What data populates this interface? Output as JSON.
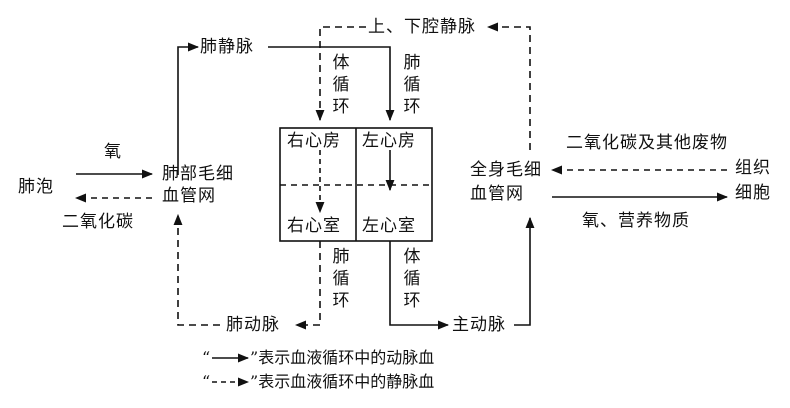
{
  "labels": {
    "lung_alveolus": "肺泡",
    "oxygen_left": "氧",
    "co2_left": "二氧化碳",
    "pulmonary_capillary_line1": "肺部毛细",
    "pulmonary_capillary_line2": "血管网",
    "pulmonary_vein": "肺静脉",
    "pulmonary_artery": "肺动脉",
    "vena_cava": "上、下腔静脉",
    "aorta": "主动脉",
    "right_atrium": "右心房",
    "left_atrium": "左心房",
    "right_ventricle": "右心室",
    "left_ventricle": "左心室",
    "systemic_circulation_top": "体循环",
    "pulmonary_circulation_top": "肺循环",
    "pulmonary_circulation_bottom": "肺循环",
    "systemic_circulation_bottom": "体循环",
    "systemic_capillary_line1": "全身毛细",
    "systemic_capillary_line2": "血管网",
    "co2_waste": "二氧化碳及其他废物",
    "tissue_cell_line1": "组织",
    "tissue_cell_line2": "细胞",
    "oxygen_nutrients": "氧、营养物质"
  },
  "legend": {
    "arterial": "表示血液循环中的动脉血",
    "venous": "表示血液循环中的静脉血"
  }
}
